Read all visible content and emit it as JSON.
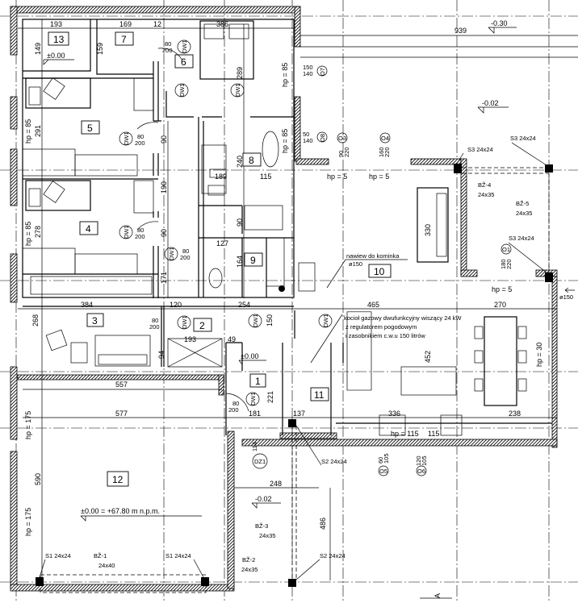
{
  "rooms": [
    "13",
    "7",
    "6",
    "5",
    "4",
    "8",
    "9",
    "3",
    "2",
    "1",
    "11",
    "10",
    "12"
  ],
  "dimensions": {
    "d193a": "193",
    "d169": "169",
    "d12a": "12",
    "d386": "386",
    "d149": "149",
    "d159": "159",
    "d289": "289",
    "d291": "291",
    "d278": "278",
    "d190": "190",
    "d90a": "90",
    "d90b": "90",
    "d171": "171",
    "d240": "240",
    "d189": "189",
    "d115a": "115",
    "d90c": "90",
    "d127": "127",
    "d164": "164",
    "d939": "939",
    "d330": "330",
    "d465": "465",
    "d270": "270",
    "d384": "384",
    "d120": "120",
    "d254": "254",
    "d193b": "193",
    "d49": "49",
    "d452": "452",
    "d557": "557",
    "d577": "577",
    "d221": "221",
    "d181": "181",
    "d137": "137",
    "d336": "336",
    "d238": "238",
    "d590": "590",
    "d248": "248",
    "d486": "486",
    "d150": "150",
    "d268": "268",
    "d94": "94",
    "d115b": "115"
  },
  "elevations": {
    "e13": "±0.00",
    "e_top": "-0.30",
    "e_terrace": "-0.02",
    "e_hall": "±0.00",
    "e_porch": "-0.02",
    "e_datum": "±0.00 = +67.80 m n.p.m."
  },
  "heights": {
    "hp85a": "hp = 85",
    "hp85b": "hp = 85",
    "hp85c": "hp = 85",
    "hp85d": "hp = 85",
    "hp30": "hp = 30",
    "hp175a": "hp = 175",
    "hp175b": "hp = 175",
    "hp5a": "hp = 5",
    "hp5b": "hp = 5",
    "hp5c": "hp = 5",
    "hp115": "hp = 115"
  },
  "doors": {
    "dw_label": "DW1",
    "dz_label": "DZ1",
    "size": "80",
    "height": "200",
    "dz_size": "114"
  },
  "windows": {
    "o7": "O7",
    "o7_w": "150",
    "o7_h": "140",
    "o8": "O8",
    "o8_w": "50",
    "o8_h": "140",
    "o3": "O3",
    "o3_w": "90",
    "o3_h": "220",
    "o4": "O4",
    "o4_w": "160",
    "o4_h": "220",
    "o1": "O1",
    "o1_w": "180",
    "o1_h": "220",
    "o5": "O5",
    "o5_w": "60",
    "o5_h": "105",
    "o6": "O6",
    "o6_w": "120",
    "o6_h": "105"
  },
  "structure": {
    "s3": "S3 24x24",
    "s2": "S2 24x24",
    "s1": "S1 24x24",
    "bz4": "BŽ-4",
    "bz5": "BŽ-5",
    "bz3": "BŽ-3",
    "bz2": "BŽ-2",
    "bz1": "BŽ-1",
    "b2435": "24x35",
    "b2440": "24x40"
  },
  "notes": {
    "fireplace": "nawiew do kominka",
    "fireplace_d": "ø150",
    "boiler1": "kocioł gazowy dwufunkcyjny wiszący 24 kW",
    "boiler2": "z regulatorem pogodowym",
    "boiler3": "i zasobnikiem c.w.u 150 litrów",
    "vent": "ø150",
    "section": "A"
  }
}
